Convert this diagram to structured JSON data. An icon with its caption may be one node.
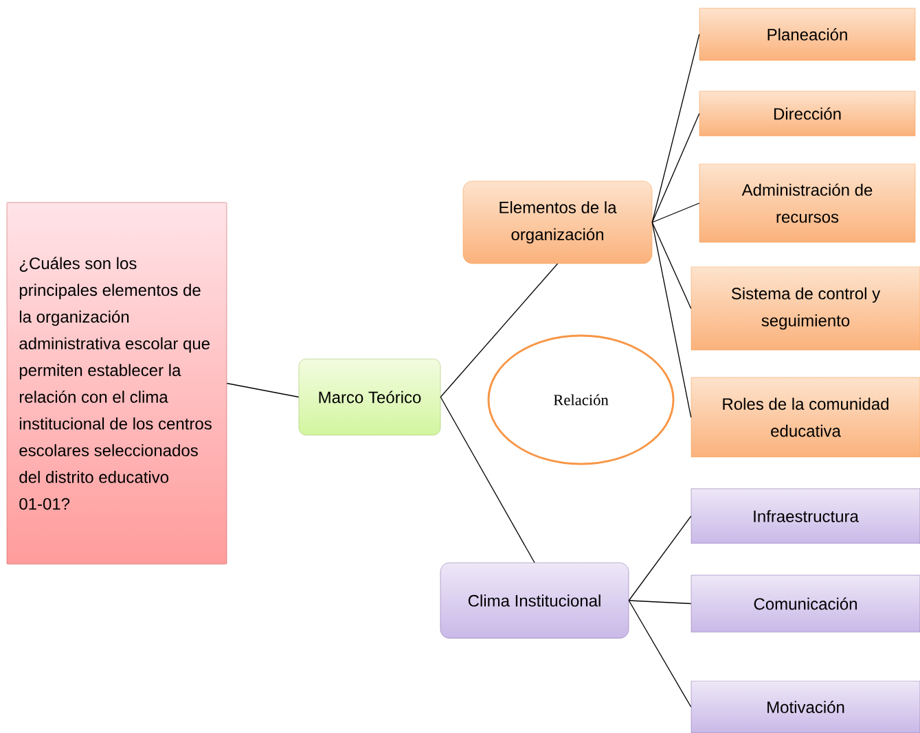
{
  "diagram": {
    "nodes": [
      {
        "text": [
          "¿Cuáles son los principales elementos de la organización administrativa escolar que permiten establecer la relación con el clima institucional de los centros escolares seleccionados del distrito educativo 01-01?"
        ]
      },
      {
        "text": [
          "Marco Teórico"
        ]
      },
      {
        "text": [
          "Elementos de la organización"
        ]
      },
      {
        "text": [
          "Planeación"
        ]
      },
      {
        "text": [
          "Dirección"
        ]
      },
      {
        "text": [
          "Administración de recursos"
        ]
      },
      {
        "text": [
          "Sistema de control y seguimiento"
        ]
      },
      {
        "text": [
          "Roles de la comunidad educativa"
        ]
      },
      {
        "text": [
          "Relación"
        ]
      },
      {
        "text": [
          "Clima Institucional"
        ]
      },
      {
        "text": [
          "Infraestructura"
        ]
      },
      {
        "text": [
          "Comunicación"
        ]
      },
      {
        "text": [
          "Motivación"
        ]
      }
    ],
    "edges": [
      {
        "from": 0,
        "to": 1,
        "arrow": "none"
      },
      {
        "from": 1,
        "to": 2,
        "arrow": "none"
      },
      {
        "from": 1,
        "to": 9,
        "arrow": "none"
      },
      {
        "from": 2,
        "to": 3,
        "arrow": "none"
      },
      {
        "from": 2,
        "to": 4,
        "arrow": "none"
      },
      {
        "from": 2,
        "to": 5,
        "arrow": "none"
      },
      {
        "from": 2,
        "to": 6,
        "arrow": "none"
      },
      {
        "from": 2,
        "to": 7,
        "arrow": "none"
      },
      {
        "from": 9,
        "to": 10,
        "arrow": "none"
      },
      {
        "from": 9,
        "to": 11,
        "arrow": "none"
      },
      {
        "from": 9,
        "to": 12,
        "arrow": "none"
      }
    ]
  }
}
